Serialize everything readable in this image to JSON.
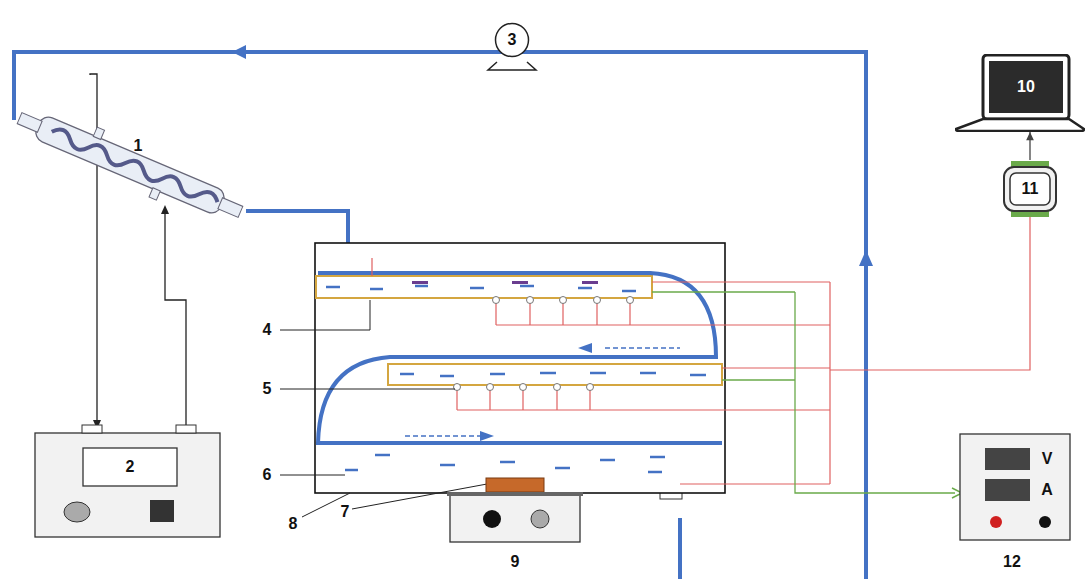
{
  "diagram": {
    "nodes": [
      {
        "text": [
          "10"
        ]
      },
      {
        "text": [
          "11"
        ]
      },
      {
        "text": [
          "2"
        ]
      },
      {
        "text": [
          "3"
        ]
      },
      {
        "text": [
          "V",
          "A"
        ]
      }
    ],
    "edges": [
      {
        "from": 1,
        "to": 0,
        "arrow": "to"
      }
    ],
    "labels": [
      "1",
      "4",
      "5",
      "6",
      "7",
      "8",
      "9",
      "12"
    ]
  }
}
